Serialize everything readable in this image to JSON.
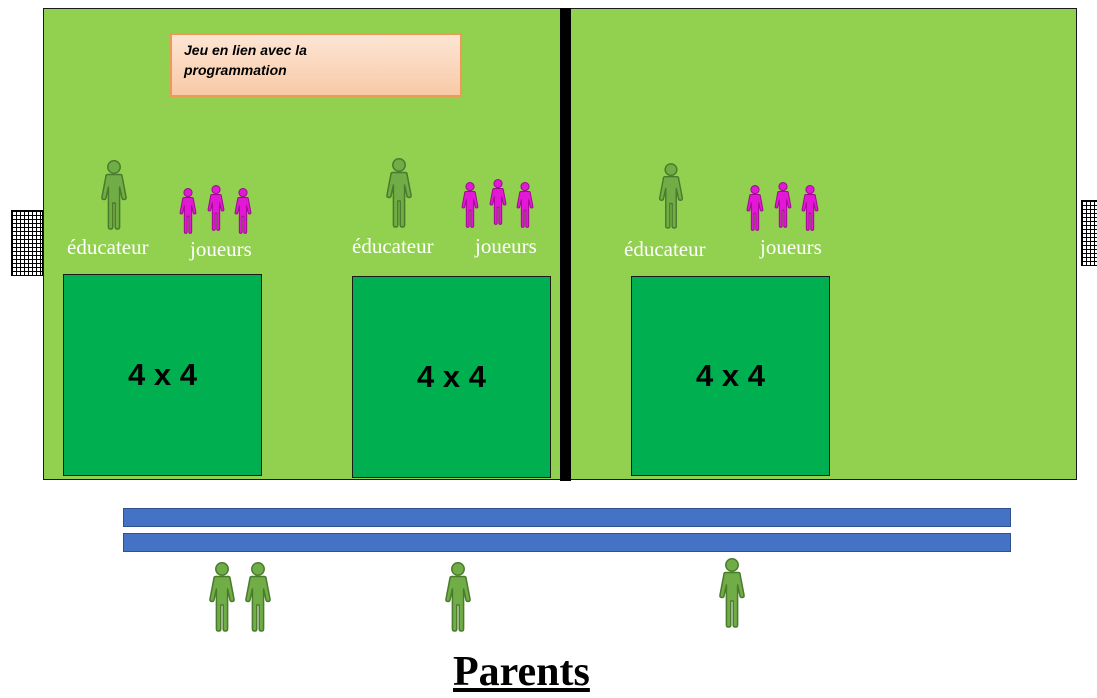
{
  "callout": {
    "line1": "Jeu en lien avec la",
    "line2": "programmation"
  },
  "zones": [
    {
      "educator_label": "éducateur",
      "players_label": "joueurs",
      "square_label": "4 x 4"
    },
    {
      "educator_label": "éducateur",
      "players_label": "joueurs",
      "square_label": "4 x 4"
    },
    {
      "educator_label": "éducateur",
      "players_label": "joueurs",
      "square_label": "4 x 4"
    }
  ],
  "parents_label": "Parents",
  "colors": {
    "field": "#92d050",
    "square": "#00b050",
    "educator_icon": "#70ad47",
    "player_icon": "#e317d6",
    "bench": "#4472c4",
    "callout_border": "#ed9a55"
  },
  "icons": {
    "educator": "person-icon",
    "player": "person-icon",
    "goal": "goal-net-icon",
    "parent": "person-icon"
  }
}
